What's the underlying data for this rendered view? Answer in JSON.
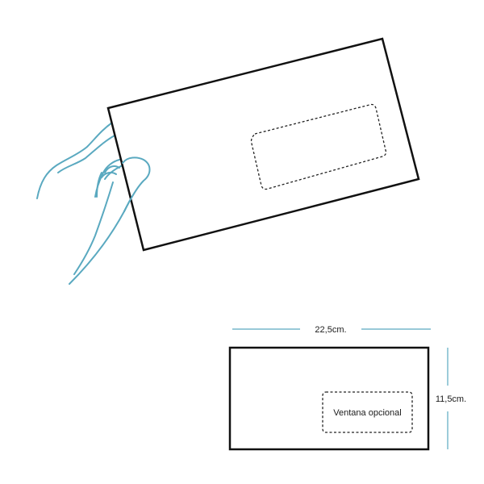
{
  "dimensions": {
    "width_label": "22,5cm.",
    "height_label": "11,5cm."
  },
  "window": {
    "label": "Ventana opcional"
  },
  "colors": {
    "outline": "#111111",
    "dimension_line": "#5aa9c0",
    "hand": "#5aa9c0",
    "dashed": "#222222"
  }
}
